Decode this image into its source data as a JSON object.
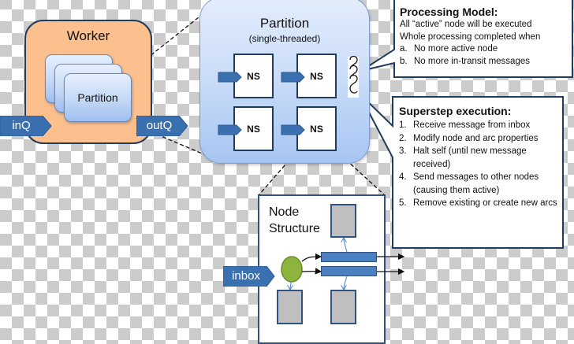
{
  "worker": {
    "title": "Worker",
    "stack_card_label": "Partition",
    "in_queue_label": "inQ",
    "out_queue_label": "outQ"
  },
  "partition": {
    "title": "Partition",
    "subtitle": "(single-threaded)",
    "node_slots": [
      "NS",
      "NS",
      "NS",
      "NS"
    ]
  },
  "processing_model": {
    "heading": "Processing Model:",
    "lines": [
      "All “active” node will be executed",
      "Whole processing completed when"
    ],
    "items": [
      {
        "marker": "a.",
        "text": "No more active node"
      },
      {
        "marker": "b.",
        "text": "No more in-transit messages"
      }
    ]
  },
  "superstep": {
    "heading": "Superstep execution:",
    "items": [
      {
        "marker": "1.",
        "text": "Receive message from inbox"
      },
      {
        "marker": "2.",
        "text": "Modify node and arc properties"
      },
      {
        "marker": "3.",
        "text": "Halt self (until new message received)"
      },
      {
        "marker": "4.",
        "text": "Send messages to other nodes (causing them active)"
      },
      {
        "marker": "5.",
        "text": "Remove existing or create new arcs"
      }
    ]
  },
  "node_structure": {
    "title_line1": "Node",
    "title_line2": "Structure",
    "inbox_label": "inbox"
  },
  "colors": {
    "worker_fill": "#fbc08e",
    "arrow_blue": "#3a70b0",
    "node_green": "#8db43c",
    "outline_navy": "#1f3c5e",
    "slot_gray": "#bfbfbf"
  }
}
